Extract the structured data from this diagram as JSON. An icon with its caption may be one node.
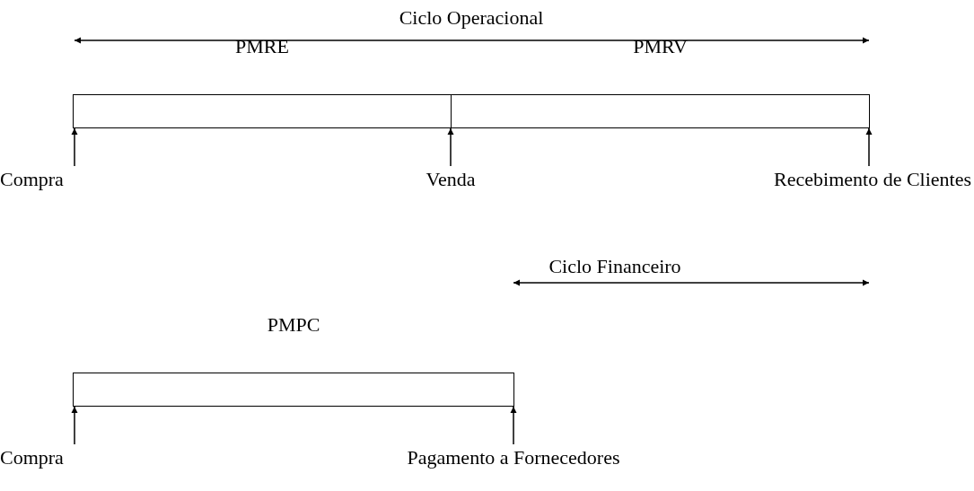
{
  "diagram": {
    "nodes": [
      {
        "text": [
          "PMRE"
        ]
      },
      {
        "text": [
          "PMRV"
        ]
      },
      {
        "text": [
          "Compra"
        ]
      },
      {
        "text": [
          "Venda"
        ]
      },
      {
        "text": [
          "Recebimento de Clientes"
        ]
      },
      {
        "text": [
          "PMPC"
        ]
      },
      {
        "text": [
          "Compra"
        ]
      },
      {
        "text": [
          "Pagamento a Fornecedores"
        ]
      }
    ],
    "edges": [
      {
        "from": 2,
        "to": 0,
        "arrow": "to"
      },
      {
        "from": 3,
        "to": 0,
        "arrow": "to"
      },
      {
        "from": 4,
        "to": 1,
        "arrow": "to"
      },
      {
        "from": 6,
        "to": 5,
        "arrow": "to"
      },
      {
        "from": 7,
        "to": 5,
        "arrow": "to"
      }
    ],
    "labels": [
      "Ciclo Operacional",
      "Ciclo Financeiro"
    ]
  }
}
